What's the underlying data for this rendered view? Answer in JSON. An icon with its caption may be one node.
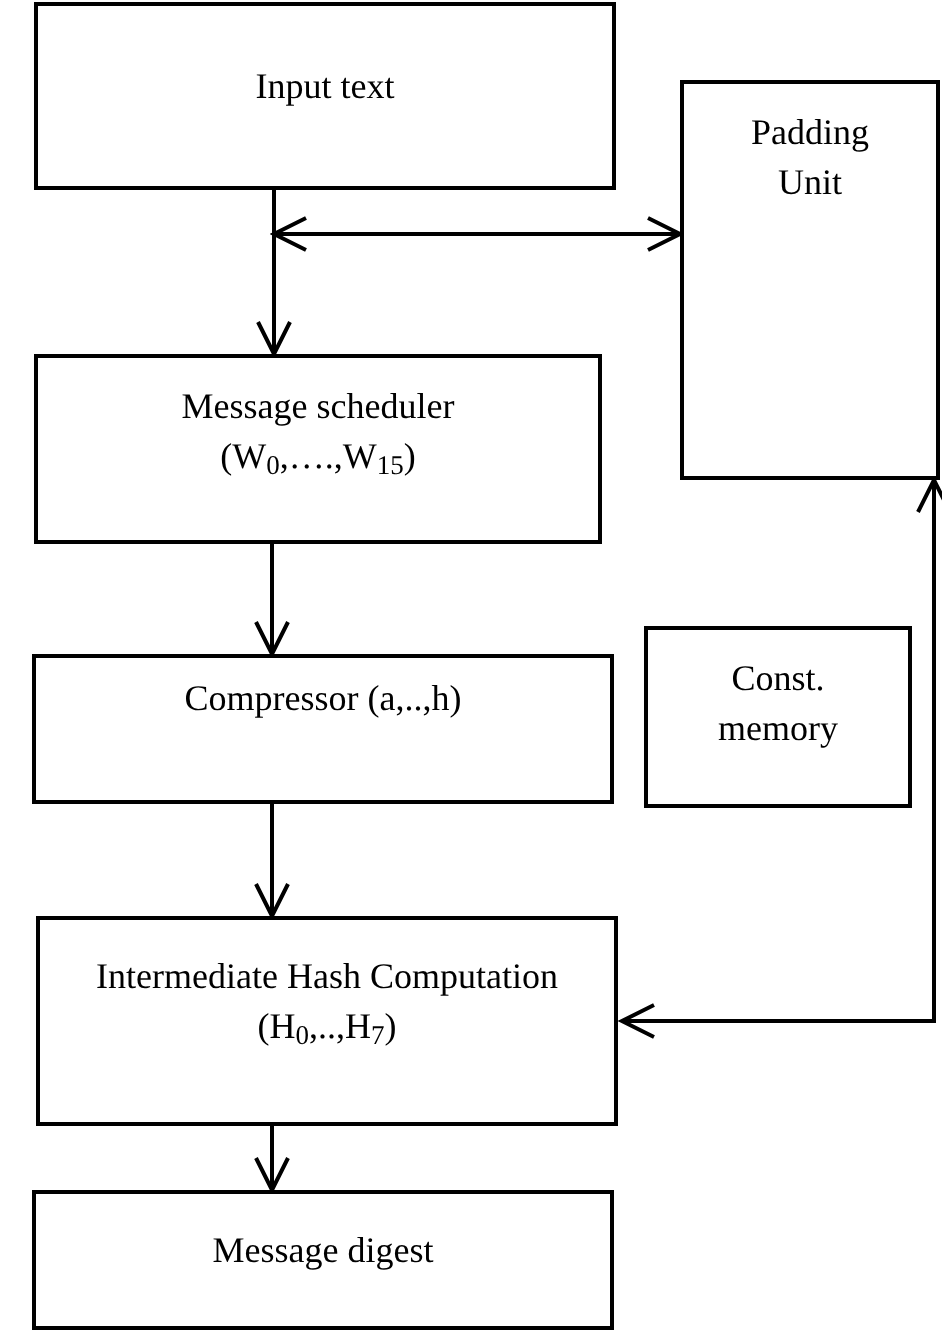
{
  "diagram": {
    "nodes": [
      {
        "text": [
          "Input  text"
        ]
      },
      {
        "text": [
          "Padding Unit"
        ]
      },
      {
        "text": [
          "Message scheduler (W$_{0}$,….,W$_{15}$)"
        ]
      },
      {
        "text": [
          "Compressor (a,..,h)"
        ]
      },
      {
        "text": [
          "Const. memory"
        ]
      },
      {
        "text": [
          "Intermediate Hash Computation (H$_{0}$,..,H$_{7}$)"
        ]
      },
      {
        "text": [
          "Message digest"
        ]
      }
    ],
    "edges": [
      {
        "from": 0,
        "to": 2,
        "arrow": "to"
      },
      {
        "from": 0,
        "to": 1,
        "arrow": "both"
      },
      {
        "from": 2,
        "to": 3,
        "arrow": "to"
      },
      {
        "from": 3,
        "to": 5,
        "arrow": "to"
      },
      {
        "from": 5,
        "to": 6,
        "arrow": "to"
      },
      {
        "from": 5,
        "to": 1,
        "arrow": "both"
      }
    ]
  }
}
